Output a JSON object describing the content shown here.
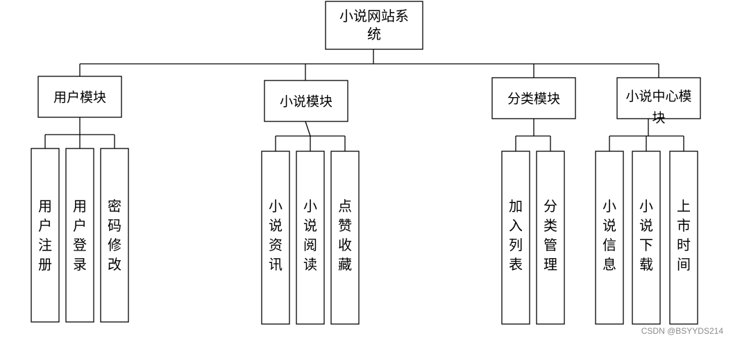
{
  "root": {
    "label": "小说网站系统"
  },
  "modules": [
    {
      "label": "用户模块",
      "children": [
        "用户注册",
        "用户登录",
        "密码修改"
      ]
    },
    {
      "label": "小说模块",
      "children": [
        "小说资讯",
        "小说阅读",
        "点赞收藏"
      ]
    },
    {
      "label": "分类模块",
      "children": [
        "加入列表",
        "分类管理"
      ]
    },
    {
      "label": "小说中心模块",
      "children": [
        "小说信息",
        "小说下载",
        "上市时间"
      ]
    }
  ],
  "watermark": "CSDN @BSYYDS214"
}
